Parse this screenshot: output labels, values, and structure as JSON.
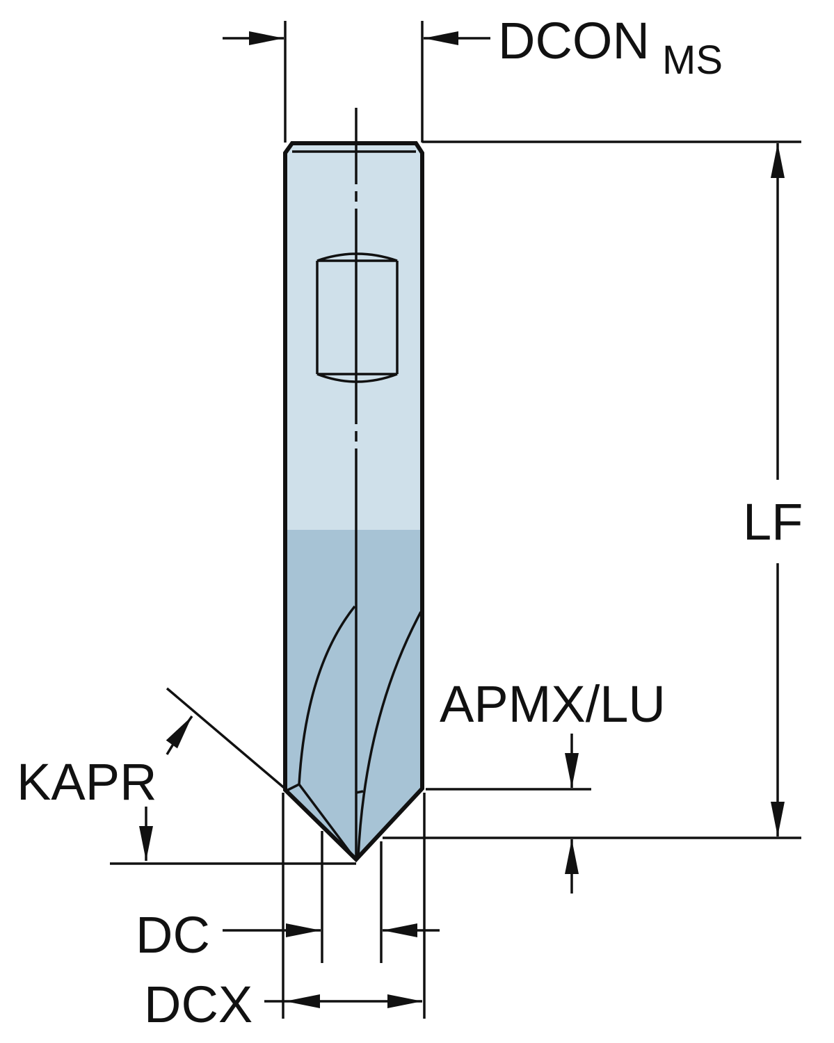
{
  "title": "Solid carbide chamfer/spot drill dimension drawing",
  "labels": {
    "dcon": "DCON",
    "dcon_sub": "MS",
    "lf": "LF",
    "apmx_lu": "APMX/LU",
    "kapr": "KAPR",
    "dc": "DC",
    "dcx": "DCX"
  },
  "colors": {
    "shank": "#cfe0ea",
    "cutting_part": "#a7c3d5",
    "line": "#111111"
  }
}
